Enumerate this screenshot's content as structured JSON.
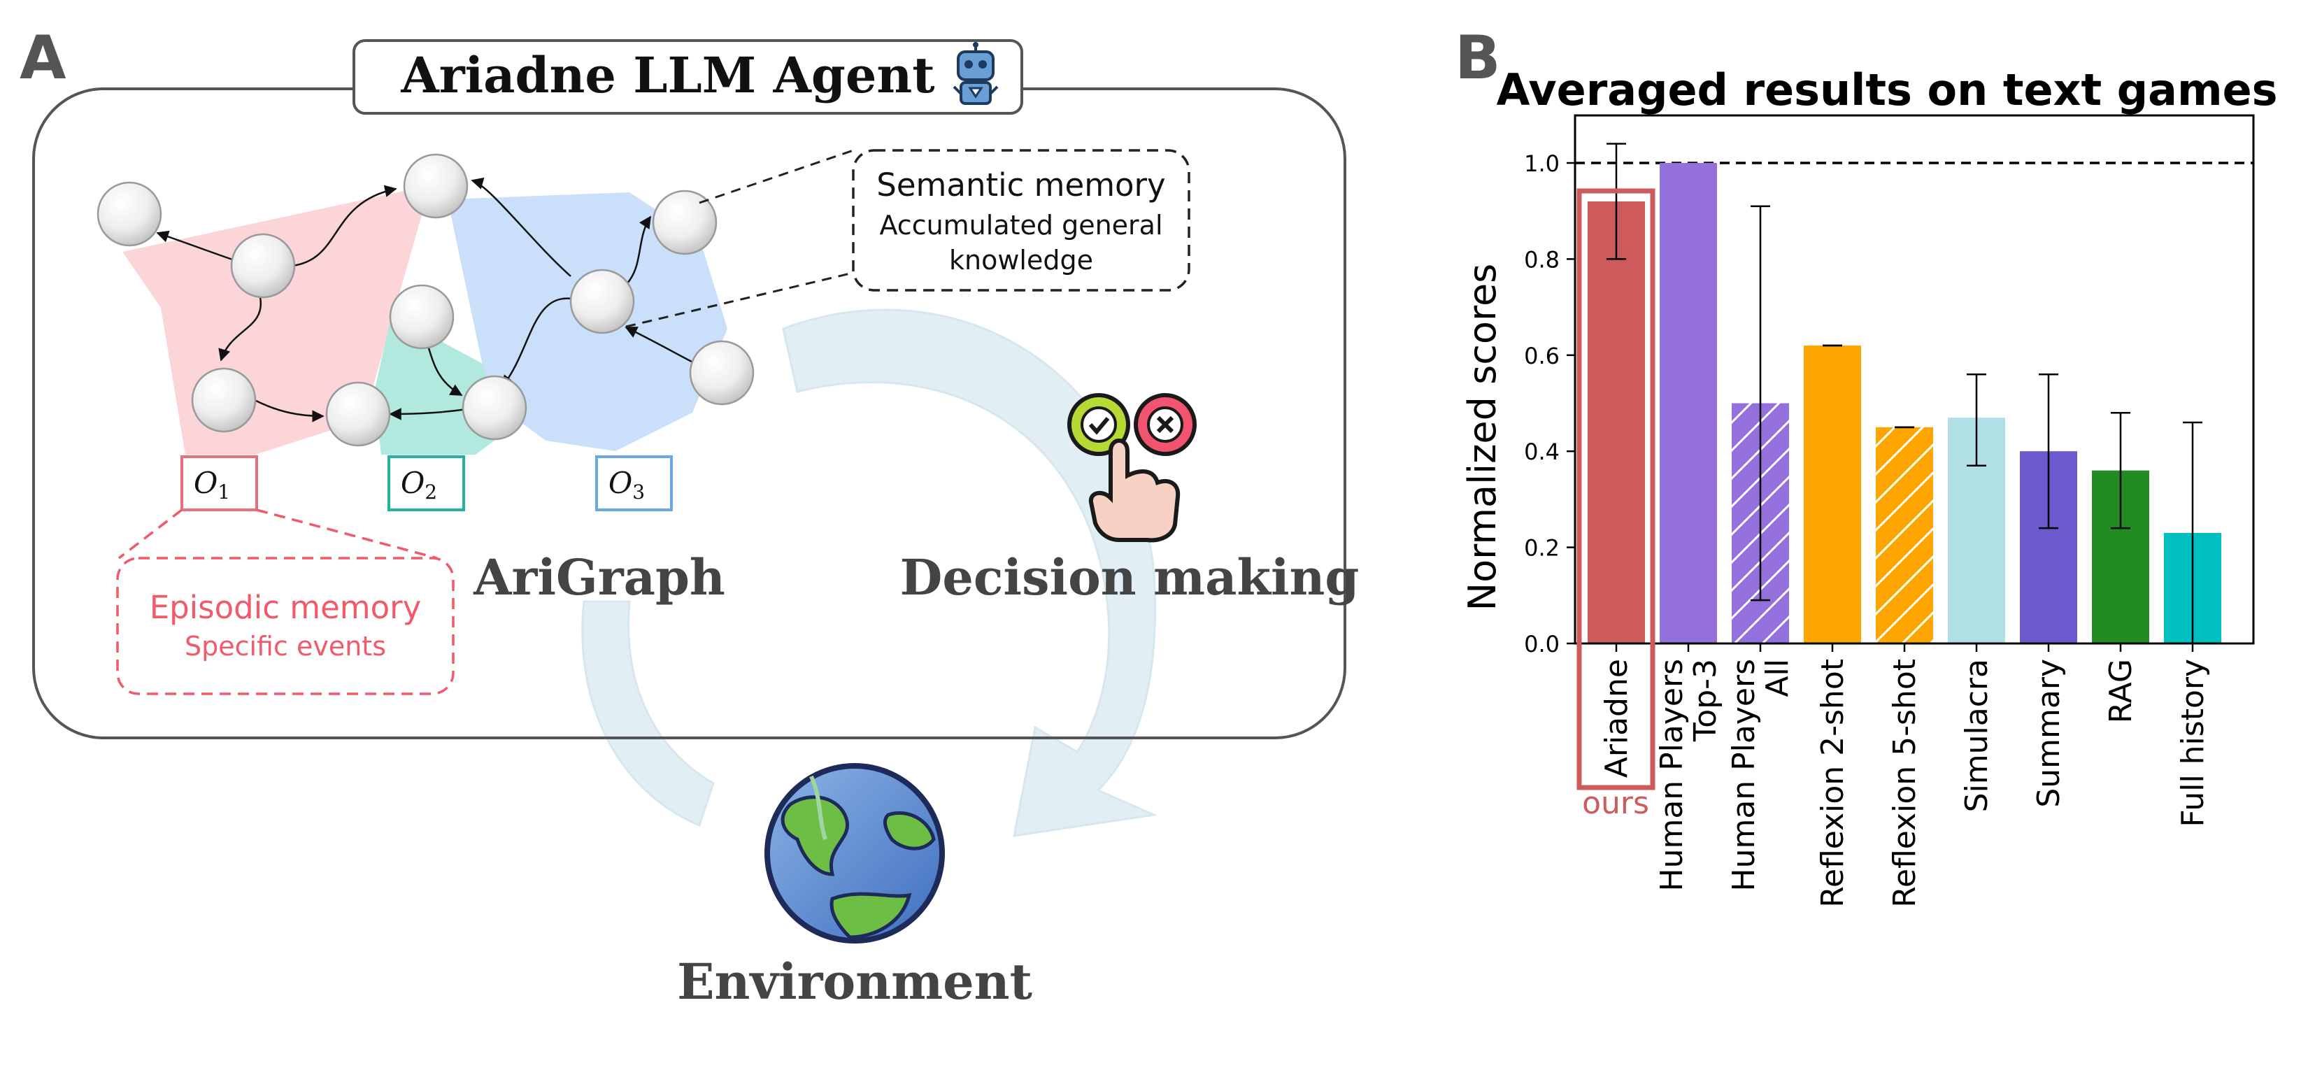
{
  "panel_a": {
    "letter": "A",
    "title": "Ariadne LLM Agent",
    "semantic_memory": {
      "title": "Semantic memory",
      "line1": "Accumulated general",
      "line2": "knowledge"
    },
    "episodic_memory": {
      "title": "Episodic memory",
      "subtitle": "Specific events"
    },
    "observations": [
      {
        "letter": "O",
        "sub": "1",
        "color": "#e8707a"
      },
      {
        "letter": "O",
        "sub": "2",
        "color": "#22b3a1"
      },
      {
        "letter": "O",
        "sub": "3",
        "color": "#6aa8e8"
      }
    ],
    "arigraph_label": "AriGraph",
    "decision_label": "Decision making",
    "environment_label": "Environment",
    "colors": {
      "episodic": "#f05a6a",
      "episodic_region": "#fbd0d3",
      "o2_region": "#a8e6da",
      "semantic_region": "#c9defa",
      "cycle_arrow": "#dbeef4",
      "text_dark": "#444444"
    },
    "icons": [
      "robot-icon",
      "check-icon",
      "cross-icon",
      "pointing-hand-icon",
      "globe-icon"
    ]
  },
  "panel_b": {
    "letter": "B",
    "ours_label": "ours"
  },
  "chart_data": {
    "type": "bar",
    "title": "Averaged results on text games",
    "ylabel": "Normalized scores",
    "xlabel": "",
    "ylim": [
      0,
      1.0
    ],
    "yticks": [
      "0.0",
      "0.2",
      "0.4",
      "0.6",
      "0.8",
      "1.0"
    ],
    "reference_line": 1.0,
    "categories": [
      [
        "Ariadne"
      ],
      [
        "Human Players",
        "Top-3"
      ],
      [
        "Human Players",
        "All"
      ],
      [
        "Reflexion 2-shot"
      ],
      [
        "Reflexion 5-shot"
      ],
      [
        "Simulacra"
      ],
      [
        "Summary"
      ],
      [
        "RAG"
      ],
      [
        "Full history"
      ]
    ],
    "values": [
      0.92,
      1.0,
      0.5,
      0.62,
      0.45,
      0.47,
      0.4,
      0.36,
      0.23
    ],
    "error_low": [
      0.8,
      null,
      0.09,
      0.62,
      0.45,
      0.37,
      0.24,
      0.24,
      0.0
    ],
    "error_high": [
      1.04,
      null,
      0.91,
      0.62,
      0.45,
      0.56,
      0.56,
      0.48,
      0.46
    ],
    "colors": [
      "#cd5b5b",
      "#9370db",
      "#9370db",
      "#ffa500",
      "#ffa500",
      "#b0e0e6",
      "#6a5acd",
      "#228b22",
      "#00bfc0"
    ],
    "hatched": [
      false,
      false,
      true,
      false,
      true,
      false,
      false,
      false,
      false
    ],
    "highlight_color": "#cd5b5b",
    "grid": false
  }
}
